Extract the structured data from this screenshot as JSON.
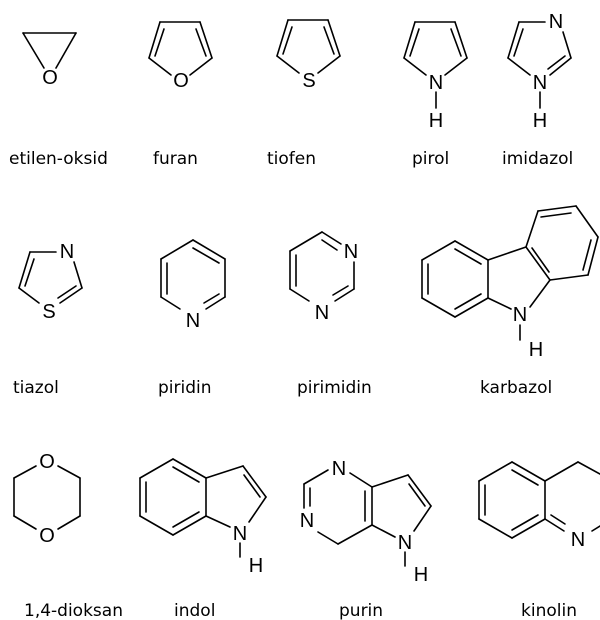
{
  "molecules": {
    "etilen_oksid": {
      "label": "etilen-oksid",
      "atoms": [
        "O"
      ]
    },
    "furan": {
      "label": "furan",
      "atoms": [
        "O"
      ]
    },
    "tiofen": {
      "label": "tiofen",
      "atoms": [
        "S"
      ]
    },
    "pirol": {
      "label": "pirol",
      "atoms": [
        "N",
        "H"
      ]
    },
    "imidazol": {
      "label": "imidazol",
      "atoms": [
        "N",
        "N",
        "H"
      ]
    },
    "tiazol": {
      "label": "tiazol",
      "atoms": [
        "N",
        "S"
      ]
    },
    "piridin": {
      "label": "piridin",
      "atoms": [
        "N"
      ]
    },
    "pirimidin": {
      "label": "pirimidin",
      "atoms": [
        "N",
        "N"
      ]
    },
    "karbazol": {
      "label": "karbazol",
      "atoms": [
        "N",
        "H"
      ]
    },
    "dioksan": {
      "label": "1,4-dioksan",
      "atoms": [
        "O",
        "O"
      ]
    },
    "indol": {
      "label": "indol",
      "atoms": [
        "N",
        "H"
      ]
    },
    "purin": {
      "label": "purin",
      "atoms": [
        "N",
        "N",
        "N",
        "H"
      ]
    },
    "kinolin": {
      "label": "kinolin",
      "atoms": [
        "N"
      ]
    }
  }
}
